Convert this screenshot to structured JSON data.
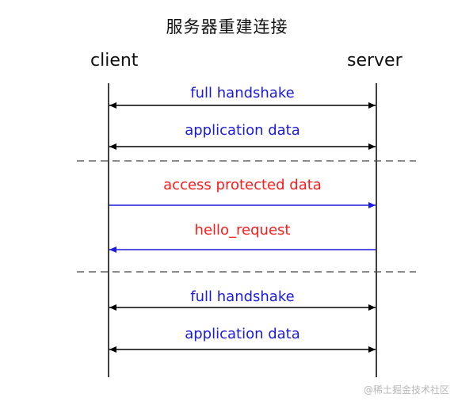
{
  "title": "服务器重建连接",
  "participants": {
    "client": "client",
    "server": "server"
  },
  "colors": {
    "normal_message": "#1a1ae0",
    "alert_message": "#ff1a1a",
    "arrow_black": "#000000",
    "arrow_blue": "#1a1ae0",
    "separator": "#444444"
  },
  "messages": [
    {
      "label": "full handshake",
      "direction": "both",
      "label_color": "#1a1ae0",
      "arrow_color": "#000000"
    },
    {
      "label": "application data",
      "direction": "both",
      "label_color": "#1a1ae0",
      "arrow_color": "#000000"
    },
    {
      "label": "access protected data",
      "direction": "to-server",
      "label_color": "#ff1a1a",
      "arrow_color": "#1a1ae0"
    },
    {
      "label": "hello_request",
      "direction": "to-client",
      "label_color": "#ff1a1a",
      "arrow_color": "#1a1ae0"
    },
    {
      "label": "full handshake",
      "direction": "both",
      "label_color": "#1a1ae0",
      "arrow_color": "#000000"
    },
    {
      "label": "application data",
      "direction": "both",
      "label_color": "#1a1ae0",
      "arrow_color": "#000000"
    }
  ],
  "watermark": "@稀土掘金技术社区"
}
